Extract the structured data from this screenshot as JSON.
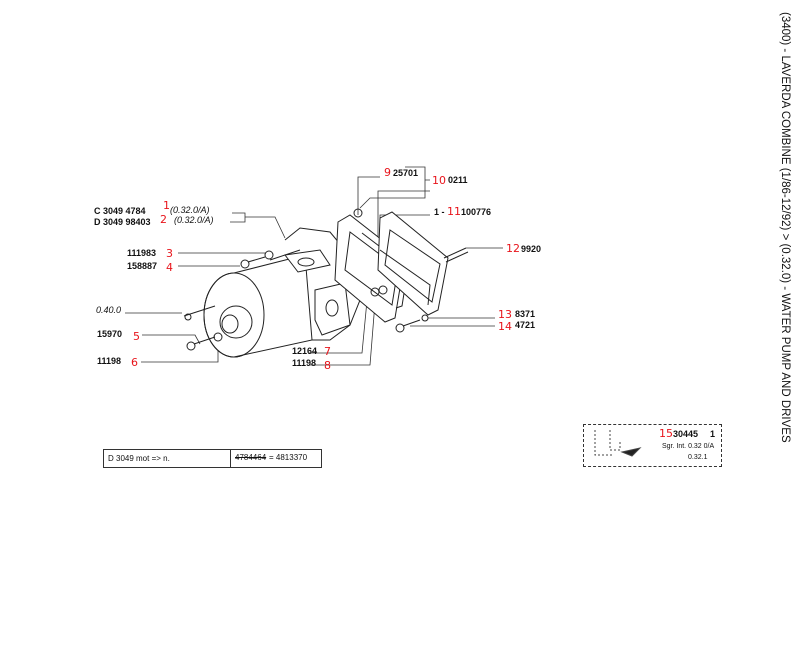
{
  "page_title": "(3400) - LAVERDA COMBINE (1/86-12/92) > (0.32.0) - WATER PUMP AND DRIVES",
  "callouts": [
    {
      "num": "1",
      "code": "C 3049 4784",
      "note": "(0.32.0/A)"
    },
    {
      "num": "2",
      "code": "D 3049 98403",
      "note": "(0.32.0/A)"
    },
    {
      "num": "3",
      "code": "111983"
    },
    {
      "num": "4",
      "code": "158887"
    },
    {
      "num": "5",
      "code": "15970"
    },
    {
      "num": "6",
      "code": "11198"
    },
    {
      "num": "7",
      "code": "12164"
    },
    {
      "num": "8",
      "code": "11198"
    },
    {
      "num": "9",
      "code": "25701"
    },
    {
      "num": "10",
      "code": "0211"
    },
    {
      "num": "11",
      "code": "100776",
      "prefix": "1 -"
    },
    {
      "num": "12",
      "code": "9920"
    },
    {
      "num": "13",
      "code": "8371"
    },
    {
      "num": "14",
      "code": "4721"
    },
    {
      "num": "15",
      "code": "30445",
      "qty": "1"
    }
  ],
  "extra_label": "0.40.0",
  "note_box": {
    "left": "D 3049 mot => n.",
    "old": "4784464",
    "new": "= 4813370"
  },
  "inset_box": {
    "line1": "Sgr. Int. 0.32 0/A",
    "line2": "0.32.1"
  }
}
